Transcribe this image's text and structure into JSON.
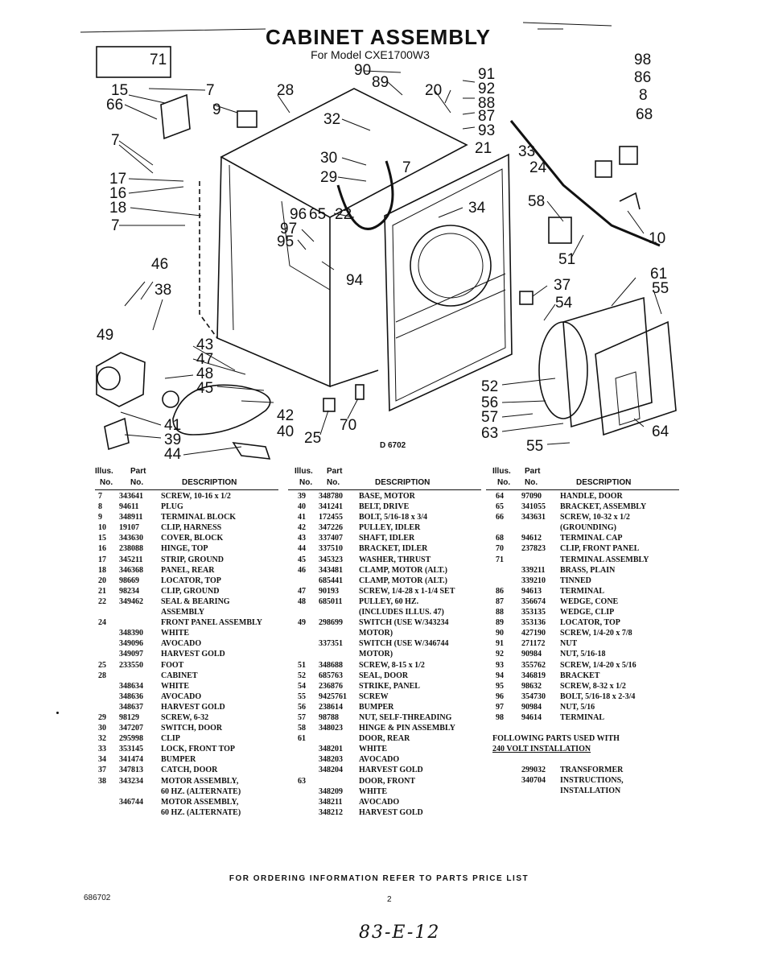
{
  "header": {
    "title": "CABINET ASSEMBLY",
    "subtitle": "For Model CXE1700W3"
  },
  "diagram": {
    "drawing_code": "D 6702",
    "callouts": [
      "71",
      "15",
      "66",
      "7",
      "9",
      "28",
      "90",
      "89",
      "91",
      "92",
      "20",
      "88",
      "87",
      "93",
      "98",
      "86",
      "8",
      "68",
      "32",
      "33",
      "21",
      "24",
      "7",
      "7",
      "30",
      "29",
      "17",
      "16",
      "18",
      "7",
      "96",
      "65",
      "22",
      "34",
      "58",
      "10",
      "97",
      "95",
      "51",
      "94",
      "46",
      "38",
      "61",
      "55",
      "37",
      "54",
      "49",
      "43",
      "47",
      "48",
      "45",
      "52",
      "56",
      "57",
      "63",
      "64",
      "55",
      "42",
      "40",
      "41",
      "39",
      "44",
      "25",
      "70"
    ]
  },
  "columns_header": {
    "illus_label": "Illus.",
    "no_label": "No.",
    "part_label": "Part",
    "partno_label": "No.",
    "desc_label": "DESCRIPTION"
  },
  "parts_col1": [
    {
      "illus": "7",
      "part": "343641",
      "desc": "SCREW, 10-16 x 1/2"
    },
    {
      "illus": "8",
      "part": "94611",
      "desc": "PLUG"
    },
    {
      "illus": "9",
      "part": "348911",
      "desc": "TERMINAL BLOCK"
    },
    {
      "illus": "10",
      "part": "19107",
      "desc": "CLIP, HARNESS"
    },
    {
      "illus": "15",
      "part": "343630",
      "desc": "COVER, BLOCK"
    },
    {
      "illus": "16",
      "part": "238088",
      "desc": "HINGE, TOP"
    },
    {
      "illus": "17",
      "part": "345211",
      "desc": "STRIP, GROUND"
    },
    {
      "illus": "18",
      "part": "346368",
      "desc": "PANEL, REAR"
    },
    {
      "illus": "20",
      "part": "98669",
      "desc": "LOCATOR, TOP"
    },
    {
      "illus": "21",
      "part": "98234",
      "desc": "CLIP, GROUND"
    },
    {
      "illus": "22",
      "part": "349462",
      "desc": "SEAL & BEARING"
    },
    {
      "illus": "",
      "part": "",
      "desc": "ASSEMBLY"
    },
    {
      "illus": "24",
      "part": "",
      "desc": "FRONT PANEL ASSEMBLY"
    },
    {
      "illus": "",
      "part": "348390",
      "desc": "WHITE"
    },
    {
      "illus": "",
      "part": "349096",
      "desc": "AVOCADO"
    },
    {
      "illus": "",
      "part": "349097",
      "desc": "HARVEST GOLD"
    },
    {
      "illus": "25",
      "part": "233550",
      "desc": "FOOT"
    },
    {
      "illus": "28",
      "part": "",
      "desc": "CABINET"
    },
    {
      "illus": "",
      "part": "348634",
      "desc": "WHITE"
    },
    {
      "illus": "",
      "part": "348636",
      "desc": "AVOCADO"
    },
    {
      "illus": "",
      "part": "348637",
      "desc": "HARVEST GOLD"
    },
    {
      "illus": "29",
      "part": "98129",
      "desc": "SCREW, 6-32"
    },
    {
      "illus": "30",
      "part": "347207",
      "desc": "SWITCH, DOOR"
    },
    {
      "illus": "32",
      "part": "295998",
      "desc": "CLIP"
    },
    {
      "illus": "33",
      "part": "353145",
      "desc": "LOCK, FRONT TOP"
    },
    {
      "illus": "34",
      "part": "341474",
      "desc": "BUMPER"
    },
    {
      "illus": "37",
      "part": "347813",
      "desc": "CATCH, DOOR"
    },
    {
      "illus": "38",
      "part": "343234",
      "desc": "MOTOR ASSEMBLY,"
    },
    {
      "illus": "",
      "part": "",
      "desc": "60 HZ. (ALTERNATE)"
    },
    {
      "illus": "",
      "part": "346744",
      "desc": "MOTOR ASSEMBLY,"
    },
    {
      "illus": "",
      "part": "",
      "desc": "60 HZ. (ALTERNATE)"
    }
  ],
  "parts_col2": [
    {
      "illus": "39",
      "part": "348780",
      "desc": "BASE, MOTOR"
    },
    {
      "illus": "40",
      "part": "341241",
      "desc": "BELT, DRIVE"
    },
    {
      "illus": "41",
      "part": "172455",
      "desc": "BOLT, 5/16-18 x 3/4"
    },
    {
      "illus": "42",
      "part": "347226",
      "desc": "PULLEY, IDLER"
    },
    {
      "illus": "43",
      "part": "337407",
      "desc": "SHAFT, IDLER"
    },
    {
      "illus": "44",
      "part": "337510",
      "desc": "BRACKET, IDLER"
    },
    {
      "illus": "45",
      "part": "345323",
      "desc": "WASHER, THRUST"
    },
    {
      "illus": "46",
      "part": "343481",
      "desc": "CLAMP, MOTOR (ALT.)"
    },
    {
      "illus": "",
      "part": "685441",
      "desc": "CLAMP, MOTOR (ALT.)"
    },
    {
      "illus": "47",
      "part": "90193",
      "desc": "SCREW, 1/4-28 x 1-1/4 SET"
    },
    {
      "illus": "48",
      "part": "685011",
      "desc": "PULLEY, 60 HZ."
    },
    {
      "illus": "",
      "part": "",
      "desc": "(INCLUDES ILLUS. 47)"
    },
    {
      "illus": "49",
      "part": "298699",
      "desc": "SWITCH (USE W/343234"
    },
    {
      "illus": "",
      "part": "",
      "desc": "MOTOR)"
    },
    {
      "illus": "",
      "part": "337351",
      "desc": "SWITCH (USE W/346744"
    },
    {
      "illus": "",
      "part": "",
      "desc": "MOTOR)"
    },
    {
      "illus": "51",
      "part": "348688",
      "desc": "SCREW, 8-15 x 1/2"
    },
    {
      "illus": "52",
      "part": "685763",
      "desc": "SEAL, DOOR"
    },
    {
      "illus": "54",
      "part": "236876",
      "desc": "STRIKE, PANEL"
    },
    {
      "illus": "55",
      "part": "9425761",
      "desc": "SCREW"
    },
    {
      "illus": "56",
      "part": "238614",
      "desc": "BUMPER"
    },
    {
      "illus": "57",
      "part": "98788",
      "desc": "NUT, SELF-THREADING"
    },
    {
      "illus": "58",
      "part": "348023",
      "desc": "HINGE & PIN ASSEMBLY"
    },
    {
      "illus": "61",
      "part": "",
      "desc": "DOOR, REAR"
    },
    {
      "illus": "",
      "part": "348201",
      "desc": "WHITE"
    },
    {
      "illus": "",
      "part": "348203",
      "desc": "AVOCADO"
    },
    {
      "illus": "",
      "part": "348204",
      "desc": "HARVEST GOLD"
    },
    {
      "illus": "63",
      "part": "",
      "desc": "DOOR, FRONT"
    },
    {
      "illus": "",
      "part": "348209",
      "desc": "WHITE"
    },
    {
      "illus": "",
      "part": "348211",
      "desc": "AVOCADO"
    },
    {
      "illus": "",
      "part": "348212",
      "desc": "HARVEST GOLD"
    }
  ],
  "parts_col3": [
    {
      "illus": "64",
      "part": "97090",
      "desc": "HANDLE, DOOR"
    },
    {
      "illus": "65",
      "part": "341055",
      "desc": "BRACKET, ASSEMBLY"
    },
    {
      "illus": "66",
      "part": "343631",
      "desc": "SCREW, 10-32 x 1/2"
    },
    {
      "illus": "",
      "part": "",
      "desc": "(GROUNDING)"
    },
    {
      "illus": "68",
      "part": "94612",
      "desc": "TERMINAL CAP"
    },
    {
      "illus": "70",
      "part": "237823",
      "desc": "CLIP, FRONT PANEL"
    },
    {
      "illus": "71",
      "part": "",
      "desc": "TERMINAL ASSEMBLY"
    },
    {
      "illus": "",
      "part": "339211",
      "desc": "BRASS, PLAIN"
    },
    {
      "illus": "",
      "part": "339210",
      "desc": "TINNED"
    },
    {
      "illus": "86",
      "part": "94613",
      "desc": "TERMINAL"
    },
    {
      "illus": "87",
      "part": "356674",
      "desc": "WEDGE, CONE"
    },
    {
      "illus": "88",
      "part": "353135",
      "desc": "WEDGE, CLIP"
    },
    {
      "illus": "89",
      "part": "353136",
      "desc": "LOCATOR, TOP"
    },
    {
      "illus": "90",
      "part": "427190",
      "desc": "SCREW, 1/4-20 x 7/8"
    },
    {
      "illus": "91",
      "part": "271172",
      "desc": "NUT"
    },
    {
      "illus": "92",
      "part": "90984",
      "desc": "NUT, 5/16-18"
    },
    {
      "illus": "93",
      "part": "355762",
      "desc": "SCREW, 1/4-20 x 5/16"
    },
    {
      "illus": "94",
      "part": "346819",
      "desc": "BRACKET"
    },
    {
      "illus": "95",
      "part": "98632",
      "desc": "SCREW, 8-32 x 1/2"
    },
    {
      "illus": "96",
      "part": "354730",
      "desc": "BOLT, 5/16-18 x 2-3/4"
    },
    {
      "illus": "97",
      "part": "90984",
      "desc": "NUT, 5/16"
    },
    {
      "illus": "98",
      "part": "94614",
      "desc": "TERMINAL"
    }
  ],
  "volt_note": {
    "line1": "FOLLOWING PARTS USED WITH",
    "line2": "240 VOLT INSTALLATION",
    "items": [
      {
        "part": "299032",
        "desc": "TRANSFORMER"
      },
      {
        "part": "340704",
        "desc": "INSTRUCTIONS,"
      },
      {
        "part": "",
        "desc": "INSTALLATION"
      }
    ]
  },
  "footer": {
    "ordering": "FOR ORDERING INFORMATION REFER TO PARTS PRICE LIST",
    "doc_number": "686702",
    "page_number": "2",
    "handwritten": "83-E-12"
  }
}
